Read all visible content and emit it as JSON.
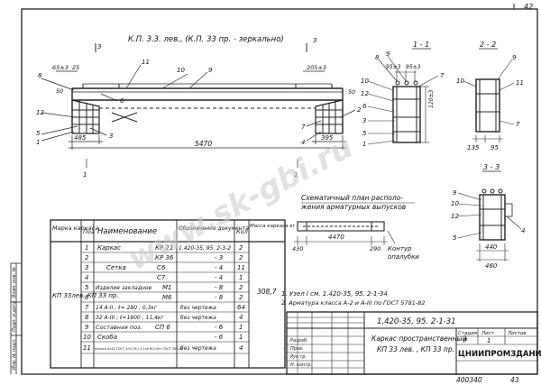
{
  "sheet": {
    "corner_number": "42",
    "title_line": "К.П. 3.3. лев.,  (К.П. 33 пр. - зеркально)",
    "watermark": "www.sk-gbi.ru"
  },
  "main_drawing": {
    "left_dims": [
      "65±3",
      "25",
      "50"
    ],
    "right_dims": [
      "205±3",
      "50"
    ],
    "bottom_dims": [
      "485",
      "395",
      "5470"
    ],
    "leaders": [
      "8",
      "12",
      "5",
      "1",
      "3",
      "6",
      "7",
      "10",
      "9",
      "11",
      "2",
      "4"
    ],
    "section_marks": [
      "3",
      "3",
      "1",
      "1",
      "1",
      "1"
    ]
  },
  "section_1_1": {
    "title": "1 - 1",
    "dims": [
      "95±3",
      "95±3",
      "120±3"
    ],
    "leaders": [
      "8",
      "9",
      "7",
      "10",
      "12",
      "6",
      "3",
      "5",
      "1"
    ]
  },
  "section_2_2": {
    "title": "2 - 2",
    "dims": [
      "135",
      "95"
    ],
    "leaders": [
      "9",
      "10",
      "11",
      "7"
    ]
  },
  "section_3_3": {
    "title": "3 - 3",
    "dims": [
      "440",
      "460"
    ],
    "leaders": [
      "9",
      "10",
      "12",
      "4",
      "5"
    ]
  },
  "plan": {
    "caption_line1": "Схематичный  план  располо-",
    "caption_line2": "жения  арматурных  выпусков",
    "dims": [
      "430",
      "4470",
      "290"
    ],
    "contour_label_1": "Контур",
    "contour_label_2": "опалубки"
  },
  "notes": [
    "1.  Узел  I  см.  1.420-35, 95. 2-1-34",
    "2.  Арматура  класса  А-2  и  А-III  по  ГОСТ 5781-82"
  ],
  "spec_table": {
    "headers": [
      "Марка каркаса",
      "Поз",
      "Наименование",
      "",
      "Обозначение документа",
      "Кол",
      "Масса каркаса кг"
    ],
    "mark": "КП 33лев. КП 33 пр.",
    "mass_total": "308,7",
    "rows": [
      {
        "pos": "1",
        "name": "Каркас",
        "ref": "КР 21",
        "doc": "1.420-35, 95. 2-3-2",
        "qty": "2"
      },
      {
        "pos": "2",
        "name": "",
        "ref": "КР 36",
        "doc": "- 3",
        "qty": "2"
      },
      {
        "pos": "3",
        "name": "Сетка",
        "ref": "С6",
        "doc": "- 4",
        "qty": "11"
      },
      {
        "pos": "4",
        "name": "",
        "ref": "С7",
        "doc": "- 4",
        "qty": "1"
      },
      {
        "pos": "5",
        "name": "Изделие закладное",
        "ref": "М1",
        "doc": "- 8",
        "qty": "2"
      },
      {
        "pos": "6",
        "name": "",
        "ref": "М6",
        "doc": "- 8",
        "qty": "2"
      },
      {
        "pos": "7",
        "name": "14 А-II ; ℓ= 280 ; 0,3кг",
        "ref": "",
        "doc": "без чертежа",
        "qty": "64"
      },
      {
        "pos": "8",
        "name": "32 А-III ; ℓ=1800 ; 11,4кг",
        "ref": "",
        "doc": "без чертежа",
        "qty": "4"
      },
      {
        "pos": "9",
        "name": "Составная поз.",
        "ref": "СП 6",
        "doc": "- 6",
        "qty": "1"
      },
      {
        "pos": "10",
        "name": "Скоба",
        "ref": "",
        "doc": "- 6",
        "qty": "1"
      },
      {
        "pos": "11",
        "name": "полоса 5х32 ГОСТ 103-76 / 1,1х6 ВСт3пс ГОСТ 380-88",
        "ref": "",
        "doc": "без чертежа",
        "qty": "4"
      }
    ]
  },
  "stamp": {
    "code": "1.420-35, 95. 2-1-31",
    "object_line1": "Каркас  пространственный",
    "object_line2": "КП 33 лев. ,  КП 33 пр.",
    "stage_header": "Стадия",
    "sheet_header": "Лист",
    "sheets_header": "Листов",
    "stage": "Р",
    "sheet_no": "1",
    "org": "ЦНИИПРОМЗДАНИЙ",
    "roles": [
      "Разраб.",
      "Пров.",
      "Рук.гр.",
      "Н. контр."
    ],
    "names": [
      "",
      "",
      "",
      ""
    ],
    "doc_number": "400340",
    "page_number": "43"
  },
  "side_strip": {
    "labels": [
      "Инв. № подл.",
      "Подп. и дата",
      "Взам. инв. №"
    ]
  }
}
